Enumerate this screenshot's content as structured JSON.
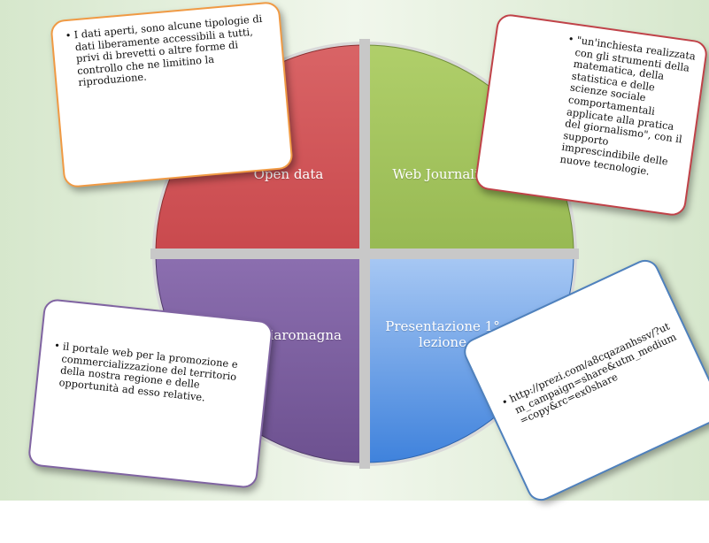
{
  "colors": {
    "open_data": "#d3585a",
    "web_journalist": "#a6c65f",
    "visitemiliaromagna": "#8064a2",
    "presentazione": "#6ea0e8",
    "divider": "#b3b3b3"
  },
  "segments": {
    "open_data": "Open data",
    "web_journalist": "Web Journalist",
    "visitemiliaromagna": "Visitemiliaromagna",
    "presentazione": "Presentazione 1° lezione"
  },
  "notes": {
    "open_data": "I dati aperti,  sono alcune tipologie di dati liberamente accessibili a tutti, privi di brevetti o altre forme di controllo che ne limitino la riproduzione.",
    "web_journalist": "\"un'inchiesta realizzata con gli strumenti della matematica, della statistica e delle scienze sociale comportamentali applicate alla pratica del giornalismo\", con il supporto imprescindibile delle nuove tecnologie.",
    "visitemiliaromagna": "il portale web per la promozione e commercializzazione del territorio della nostra regione e delle opportunità ad esso relative.",
    "presentazione": "http://prezi.com/a8cqazanhssv/?utm_campaign=share&utm_medium=copy&rc=ex0share"
  }
}
